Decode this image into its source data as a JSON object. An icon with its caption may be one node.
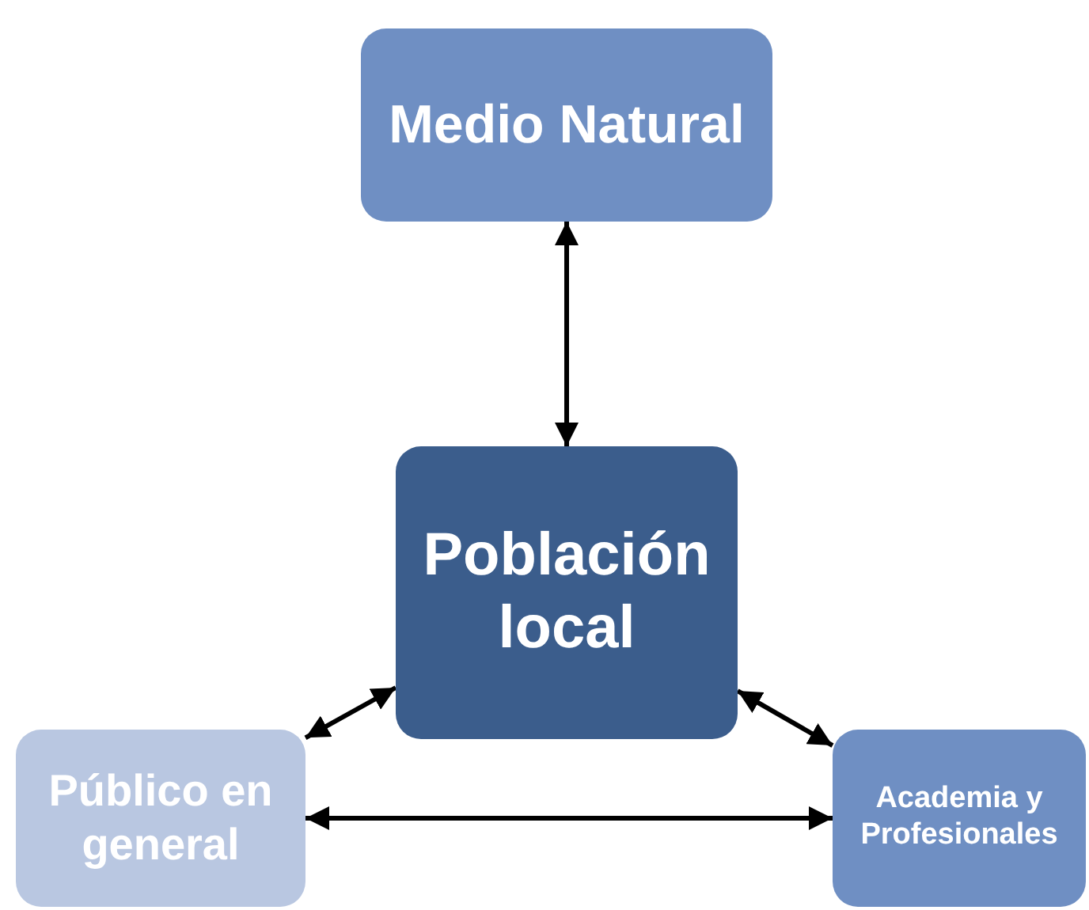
{
  "diagram": {
    "nodes": [
      {
        "text": [
          "Medio Natural"
        ]
      },
      {
        "text": [
          "Población local"
        ]
      },
      {
        "text": [
          "Público en general"
        ]
      },
      {
        "text": [
          "Academia y Profesionales"
        ]
      }
    ],
    "edges": [
      {
        "from": 0,
        "to": 1,
        "arrow": "both"
      },
      {
        "from": 1,
        "to": 2,
        "arrow": "both"
      },
      {
        "from": 1,
        "to": 3,
        "arrow": "both"
      },
      {
        "from": 2,
        "to": 3,
        "arrow": "both"
      }
    ]
  }
}
